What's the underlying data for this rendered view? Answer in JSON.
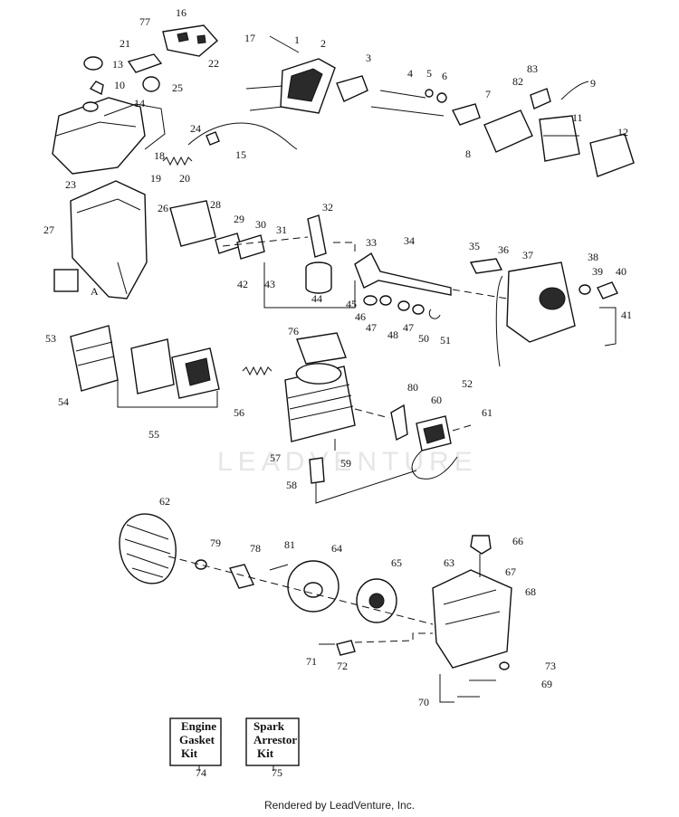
{
  "callouts": [
    "1",
    "2",
    "3",
    "4",
    "5",
    "6",
    "7",
    "8",
    "9",
    "10",
    "11",
    "12",
    "13",
    "14",
    "15",
    "16",
    "17",
    "18",
    "19",
    "20",
    "21",
    "22",
    "23",
    "24",
    "25",
    "26",
    "27",
    "28",
    "29",
    "30",
    "31",
    "32",
    "33",
    "34",
    "35",
    "36",
    "37",
    "38",
    "39",
    "40",
    "41",
    "42",
    "43",
    "44",
    "45",
    "46",
    "47",
    "48",
    "47",
    "50",
    "51",
    "52",
    "53",
    "54",
    "55",
    "56",
    "57",
    "58",
    "59",
    "60",
    "61",
    "62",
    "63",
    "64",
    "65",
    "66",
    "67",
    "68",
    "69",
    "70",
    "71",
    "72",
    "73",
    "74",
    "75",
    "76",
    "77",
    "78",
    "79",
    "80",
    "81",
    "82",
    "83",
    "A"
  ],
  "kits": {
    "engine_gasket": [
      "Engine",
      "Gasket",
      "Kit"
    ],
    "spark_arrestor": [
      "Spark",
      "Arrestor",
      "Kit"
    ]
  },
  "watermark": "LEADVENTURE",
  "footer": "Rendered by LeadVenture, Inc."
}
